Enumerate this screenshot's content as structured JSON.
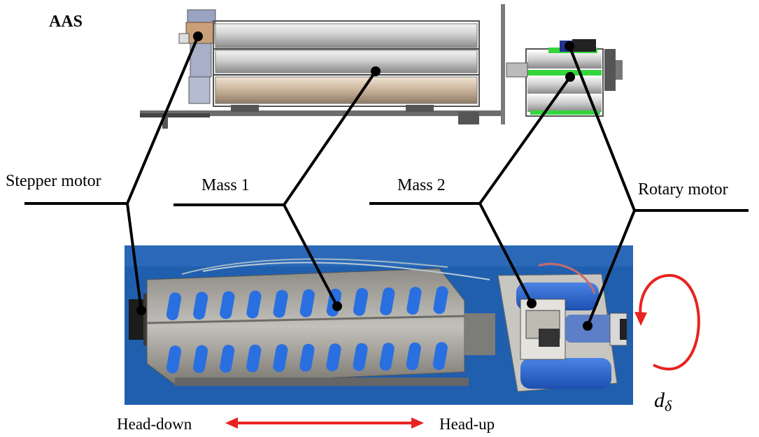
{
  "figure": {
    "title": "AAS",
    "labels": {
      "stepper_motor": "Stepper motor",
      "mass_1": "Mass 1",
      "mass_2": "Mass 2",
      "rotary_motor": "Rotary motor"
    },
    "direction": {
      "head_down": "Head-down",
      "head_up": "Head-up"
    },
    "rotation_symbol": "d",
    "rotation_subscript": "δ"
  },
  "colors": {
    "arrow_red": "#e8231f",
    "photo_blue_bg": "#1f5fae",
    "slot_blue": "#2a6fe0",
    "steel": "#a9a9a4",
    "mass2_green": "#33d63a"
  }
}
